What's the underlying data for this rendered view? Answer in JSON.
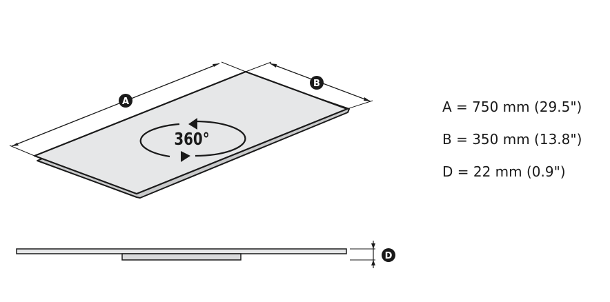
{
  "drawing": {
    "rotation_label": "360°",
    "dimension_tags": {
      "a": "A",
      "b": "B",
      "d": "D"
    }
  },
  "specs": {
    "a": "A = 750 mm (29.5\")",
    "b": "B = 350 mm (13.8\")",
    "d": "D = 22 mm (0.9\")"
  }
}
